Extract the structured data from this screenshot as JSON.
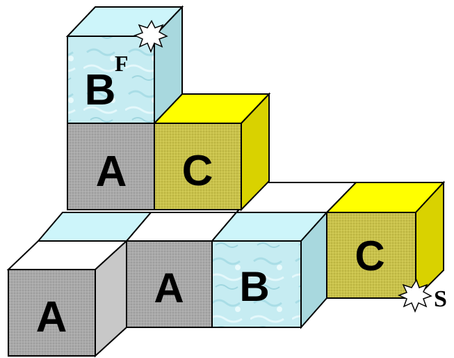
{
  "colors": {
    "gray_front": "#a9a9a9",
    "gray_side": "#c8c8c8",
    "gray_top": "#ffffff",
    "yellow_front": "#c9c24a",
    "yellow_side": "#d9d200",
    "yellow_top": "#ffff00",
    "blue_front": "#c6ecf2",
    "blue_side": "#a8d8de",
    "blue_top": "#cdf5fa",
    "outline": "#000000"
  },
  "blocks": [
    {
      "id": "top-b",
      "letter": "B",
      "color": "blue"
    },
    {
      "id": "middle-a",
      "letter": "A",
      "color": "gray"
    },
    {
      "id": "middle-c",
      "letter": "C",
      "color": "yellow"
    },
    {
      "id": "front-a",
      "letter": "A",
      "color": "gray"
    },
    {
      "id": "back-a",
      "letter": "A",
      "color": "gray"
    },
    {
      "id": "back-b",
      "letter": "B",
      "color": "blue"
    },
    {
      "id": "back-c",
      "letter": "C",
      "color": "yellow"
    }
  ],
  "markers": {
    "finish_label": "F",
    "start_label": "S"
  }
}
